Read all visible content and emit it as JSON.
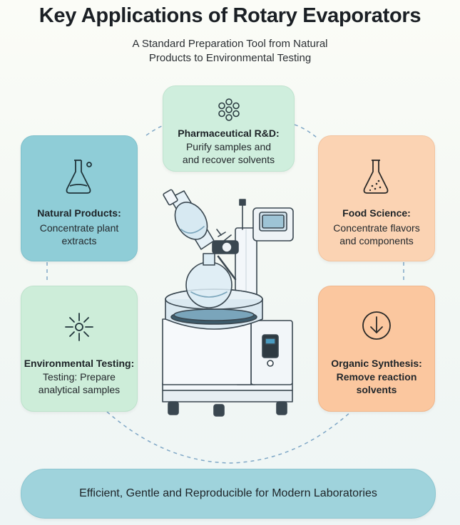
{
  "header": {
    "title": "Key Applications of Rotary Evaporators",
    "subtitle_line1": "A Standard Preparation Tool from Natural",
    "subtitle_line2": "Products to Environmental Testing"
  },
  "cards": {
    "pharma": {
      "title": "Pharmaceutical R&D:",
      "desc_line1": "Purify samples and",
      "desc_line2": "and recover solvents",
      "icon": "molecule-icon"
    },
    "natural": {
      "title": "Natural Products:",
      "desc_line1": "Concentrate plant",
      "desc_line2": "extracts",
      "icon": "flask-icon"
    },
    "food": {
      "title": "Food Science:",
      "desc_line1": "Concentrate flavors",
      "desc_line2": "and components",
      "icon": "flask-icon"
    },
    "environmental": {
      "title": "Environmental Testing:",
      "desc_line1": "Testing: Prepare",
      "desc_line2": "analytical samples",
      "icon": "sparkle-icon"
    },
    "organic": {
      "title": "Organic Synthesis:",
      "desc_line1": "Remove reaction",
      "desc_line2": "solvents",
      "icon": "down-arrow-circle-icon"
    }
  },
  "footer": {
    "text": "Efficient, Gentle and Reproducible for Modern Laboratories"
  },
  "colors": {
    "pharma_bg": "#cfeedd",
    "natural_bg": "#8fcdd7",
    "food_bg": "#fbd3b3",
    "environmental_bg": "#cdedd9",
    "organic_bg": "#fbc79f",
    "footer_bg": "#9fd3dc",
    "dash": "#7fa7c6"
  },
  "center_illustration": "rotary-evaporator-icon"
}
